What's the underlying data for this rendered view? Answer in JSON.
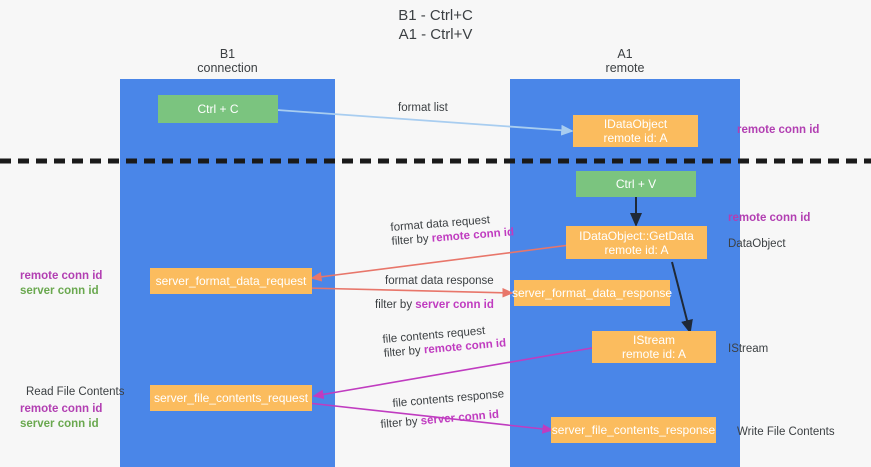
{
  "title": {
    "line1": "B1 - Ctrl+C",
    "line2": "A1 - Ctrl+V"
  },
  "lanes": [
    {
      "id": "b1",
      "title_line1": "B1",
      "title_line2": "connection",
      "color": "#4a86e8"
    },
    {
      "id": "a1",
      "title_line1": "A1",
      "title_line2": "remote",
      "color": "#4a86e8"
    }
  ],
  "nodes": {
    "ctrl_c": {
      "label": "Ctrl + C",
      "color": "#7bc47f"
    },
    "ctrl_v": {
      "label": "Ctrl + V",
      "color": "#7bc47f"
    },
    "idataobject_store": {
      "line1": "IDataObject",
      "line2": "remote id: A",
      "color": "#fbbc5e"
    },
    "getdata": {
      "line1": "IDataObject::GetData",
      "line2": "remote id: A",
      "color": "#fbbc5e"
    },
    "istream": {
      "line1": "IStream",
      "line2": "remote id: A",
      "color": "#fbbc5e"
    },
    "server_format_data_request": {
      "label": "server_format_data_request",
      "color": "#fbbc5e"
    },
    "server_format_data_response": {
      "label": "server_format_data_response",
      "color": "#fbbc5e"
    },
    "server_file_contents_request": {
      "label": "server_file_contents_request",
      "color": "#fbbc5e"
    },
    "server_file_contents_response": {
      "label": "server_file_contents_response",
      "color": "#fbbc5e"
    }
  },
  "edges": {
    "format_list": {
      "label": "format list"
    },
    "format_data_request": {
      "label": "format data request",
      "filter_prefix": "filter by ",
      "filter_key": "remote conn id"
    },
    "format_data_response": {
      "label": "format data response",
      "filter_prefix": "filter by ",
      "filter_key": "server conn id"
    },
    "file_contents_request": {
      "label": "file contents request",
      "filter_prefix": "filter by ",
      "filter_key": "remote conn id"
    },
    "file_contents_response": {
      "label": "file contents response",
      "filter_prefix": "filter by ",
      "filter_key": "server conn id"
    }
  },
  "annotations": {
    "right_top_conn": "remote conn id",
    "right_mid_conn": "remote conn id",
    "right_dataobject": "DataObject",
    "right_istream": "IStream",
    "right_write_file": "Write File Contents",
    "left_mid": {
      "purple": "remote conn id",
      "green": "server conn id"
    },
    "left_read_file": "Read File Contents",
    "left_bottom": {
      "purple": "remote conn id",
      "green": "server conn id"
    }
  },
  "colors": {
    "lane": "#4a86e8",
    "orange": "#fbbc5e",
    "green": "#7bc47f",
    "magenta": "#c03cc0",
    "red": "#e8766a",
    "lightblue": "#a8cdf0",
    "purple_text": "#b23fb2",
    "green_text": "#6aa84f",
    "dashed": "#1a1a1a"
  }
}
